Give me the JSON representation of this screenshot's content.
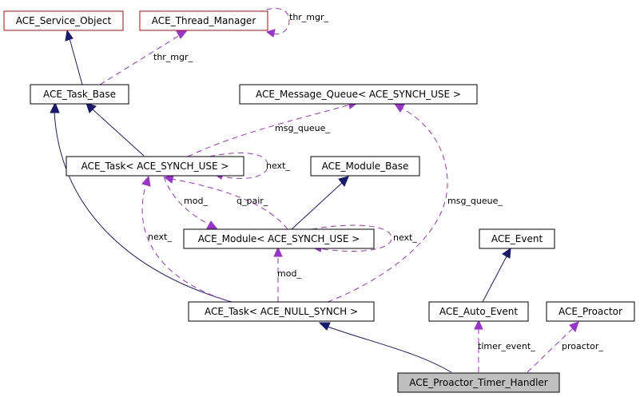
{
  "nodes": {
    "service_object": "ACE_Service_Object",
    "thread_manager": "ACE_Thread_Manager",
    "task_base": "ACE_Task_Base",
    "message_queue": "ACE_Message_Queue< ACE_SYNCH_USE >",
    "task_synch_use": "ACE_Task< ACE_SYNCH_USE >",
    "module_base": "ACE_Module_Base",
    "module_synch_use": "ACE_Module< ACE_SYNCH_USE >",
    "event": "ACE_Event",
    "task_null_synch": "ACE_Task< ACE_NULL_SYNCH >",
    "auto_event": "ACE_Auto_Event",
    "proactor": "ACE_Proactor",
    "proactor_timer_handler": "ACE_Proactor_Timer_Handler"
  },
  "edge_labels": {
    "thr_mgr_self": "thr_mgr_",
    "thr_mgr": "thr_mgr_",
    "msg_queue_task": "msg_queue_",
    "next_task": "next_",
    "mod": "mod_",
    "q_pair": "q_pair_",
    "next_module": "next_",
    "next_null": "next_",
    "msg_queue_null": "msg_queue_",
    "mod_null": "mod_",
    "timer_event": "timer_event_",
    "proactor": "proactor_"
  },
  "colors": {
    "inheritance_edge": "#191970",
    "usage_edge": "#9a32cd",
    "highlight_node": "#bfbfbf",
    "undocumented_border": "#cc0000"
  }
}
